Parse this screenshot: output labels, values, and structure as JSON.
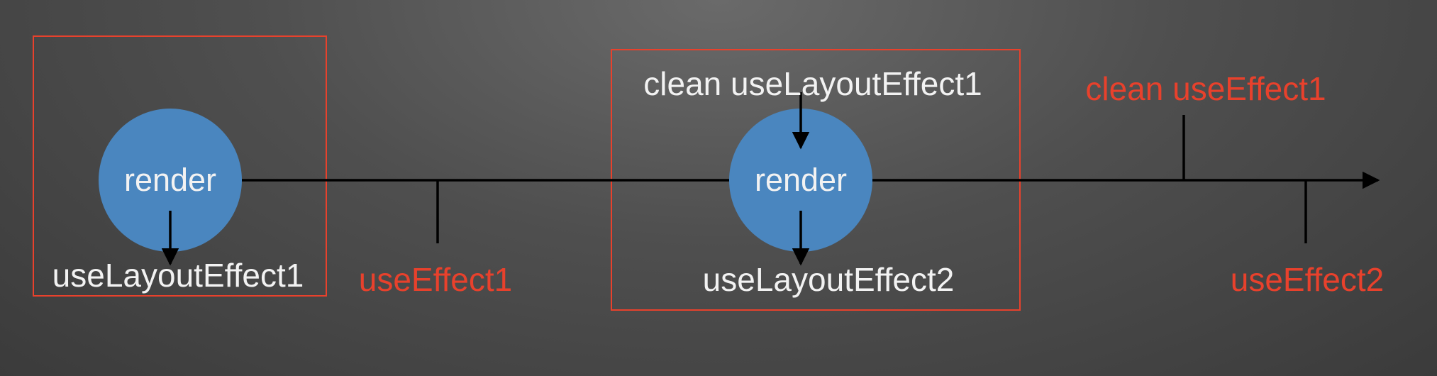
{
  "diagram": {
    "nodes": [
      {
        "id": "render1",
        "label": "render"
      },
      {
        "id": "render2",
        "label": "render"
      }
    ],
    "labels": {
      "use_layout_effect_1": "useLayoutEffect1",
      "use_effect_1": "useEffect1",
      "clean_use_layout_effect_1": "clean useLayoutEffect1",
      "use_layout_effect_2": "useLayoutEffect2",
      "clean_use_effect_1": "clean useEffect1",
      "use_effect_2": "useEffect2"
    },
    "colors": {
      "circle_fill": "#4a86bf",
      "box_stroke": "#e8412c",
      "red_text": "#e8412c",
      "light_text": "#f2f2f2",
      "line": "#000000"
    }
  }
}
